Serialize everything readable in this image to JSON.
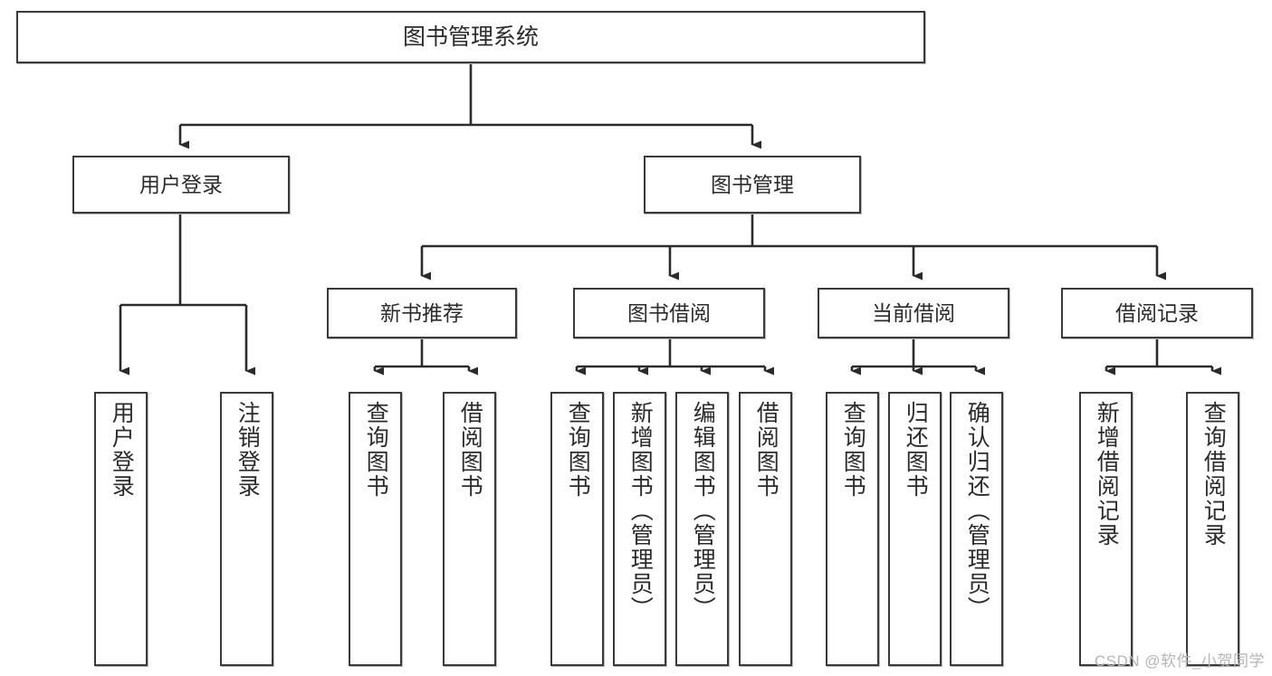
{
  "diagram": {
    "title": "图书管理系统",
    "watermark": "CSDN @软件_小贺同学",
    "colors": {
      "border": "#3a3a3a",
      "text": "#2b2b2b",
      "background": "#ffffff",
      "connector": "#2b2b2b",
      "watermark": "#b5b5b5"
    },
    "nodes": {
      "root": {
        "label": "图书管理系统"
      },
      "level1": [
        {
          "label": "用户登录"
        },
        {
          "label": "图书管理"
        }
      ],
      "level2": [
        {
          "label": "新书推荐"
        },
        {
          "label": "图书借阅"
        },
        {
          "label": "当前借阅"
        },
        {
          "label": "借阅记录"
        }
      ],
      "leaves": [
        {
          "label": "用户登录"
        },
        {
          "label": "注销登录"
        },
        {
          "label": "查询图书"
        },
        {
          "label": "借阅图书"
        },
        {
          "label": "查询图书"
        },
        {
          "label": "新增图书（管理员）"
        },
        {
          "label": "编辑图书（管理员）"
        },
        {
          "label": "借阅图书"
        },
        {
          "label": "查询图书"
        },
        {
          "label": "归还图书"
        },
        {
          "label": "确认归还（管理员）"
        },
        {
          "label": "新增借阅记录"
        },
        {
          "label": "查询借阅记录"
        }
      ]
    }
  }
}
